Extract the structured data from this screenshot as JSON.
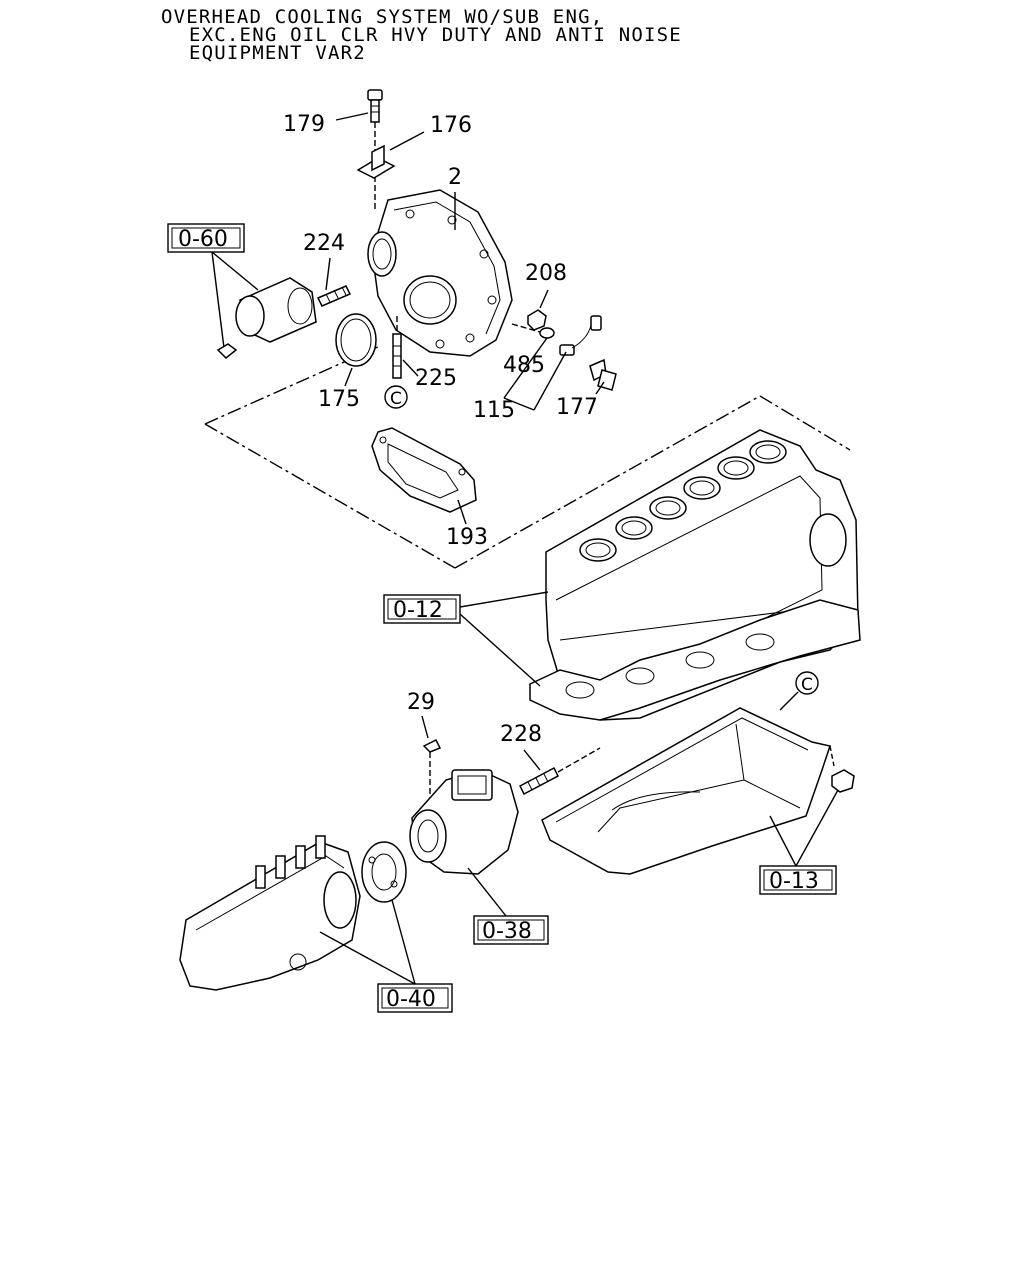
{
  "title": {
    "line1": "OVERHEAD COOLING SYSTEM WO/SUB ENG,",
    "line2": "EXC.ENG OIL CLR HVY DUTY AND ANTI NOISE",
    "line3": "EQUIPMENT VAR2"
  },
  "callouts": {
    "c179": "179",
    "c176": "176",
    "c2": "2",
    "c224": "224",
    "c208": "208",
    "c485": "485",
    "c225": "225",
    "c175": "175",
    "c115": "115",
    "c177": "177",
    "c193": "193",
    "c29": "29",
    "c228": "228"
  },
  "references": {
    "r060": "0-60",
    "r012": "0-12",
    "r013": "0-13",
    "r038": "0-38",
    "r040": "0-40"
  },
  "circle_marks": {
    "c_upper": "C",
    "c_lower": "C"
  }
}
